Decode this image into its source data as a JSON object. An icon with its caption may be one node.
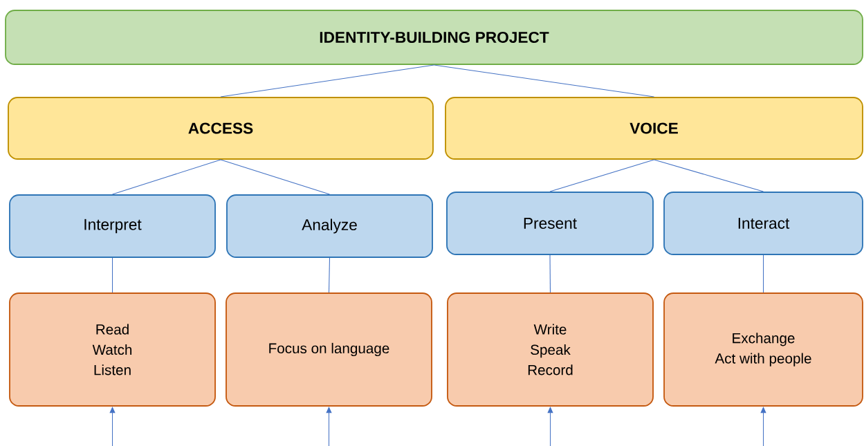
{
  "diagram": {
    "nodes": [
      {
        "text": [
          "IDENTITY-BUILDING PROJECT"
        ]
      },
      {
        "text": [
          "ACCESS"
        ]
      },
      {
        "text": [
          "VOICE"
        ]
      },
      {
        "text": [
          "Interpret"
        ]
      },
      {
        "text": [
          "Analyze"
        ]
      },
      {
        "text": [
          "Present"
        ]
      },
      {
        "text": [
          "Interact"
        ]
      },
      {
        "text": [
          "Read",
          "Watch",
          "Listen"
        ]
      },
      {
        "text": [
          "Focus on language"
        ]
      },
      {
        "text": [
          "Write",
          "Speak",
          "Record"
        ]
      },
      {
        "text": [
          "Exchange",
          "Act with people"
        ]
      }
    ],
    "edges": [
      {
        "from": 0,
        "to": 1,
        "arrow": "none"
      },
      {
        "from": 0,
        "to": 2,
        "arrow": "none"
      },
      {
        "from": 1,
        "to": 3,
        "arrow": "none"
      },
      {
        "from": 1,
        "to": 4,
        "arrow": "none"
      },
      {
        "from": 2,
        "to": 5,
        "arrow": "none"
      },
      {
        "from": 2,
        "to": 6,
        "arrow": "none"
      },
      {
        "from": 3,
        "to": 7,
        "arrow": "none"
      },
      {
        "from": 4,
        "to": 8,
        "arrow": "none"
      },
      {
        "from": 5,
        "to": 9,
        "arrow": "none"
      },
      {
        "from": 6,
        "to": 10,
        "arrow": "none"
      },
      {
        "from": null,
        "to": 7,
        "arrow": "to"
      },
      {
        "from": null,
        "to": 8,
        "arrow": "to"
      },
      {
        "from": null,
        "to": 9,
        "arrow": "to"
      },
      {
        "from": null,
        "to": 10,
        "arrow": "to"
      }
    ]
  }
}
